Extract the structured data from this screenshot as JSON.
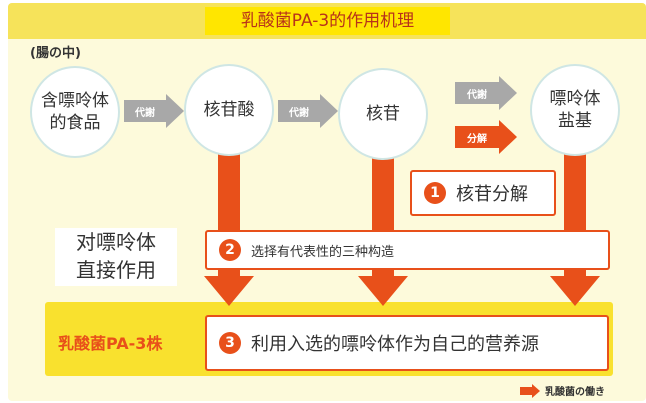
{
  "title": "乳酸菌PA-3的作用机理",
  "location_label": "(腸の中)",
  "nodes": [
    "含嘌呤体\n的食品",
    "核苷酸",
    "核苷",
    "嘌呤体\n盐基"
  ],
  "arrows": {
    "metabolism": "代謝",
    "decompose": "分解"
  },
  "steps": [
    {
      "num": "1",
      "text": "核苷分解"
    },
    {
      "num": "2",
      "text": "选择有代表性的三种构造"
    },
    {
      "num": "3",
      "text": "利用入选的嘌呤体作为自己的营养源"
    }
  ],
  "direct_label": "对嘌呤体\n直接作用",
  "strain_label": "乳酸菌PA-3株",
  "legend": "乳酸菌の働き",
  "colors": {
    "accent": "#e8501a",
    "band": "#f9e12e",
    "title": "#b8321a"
  }
}
